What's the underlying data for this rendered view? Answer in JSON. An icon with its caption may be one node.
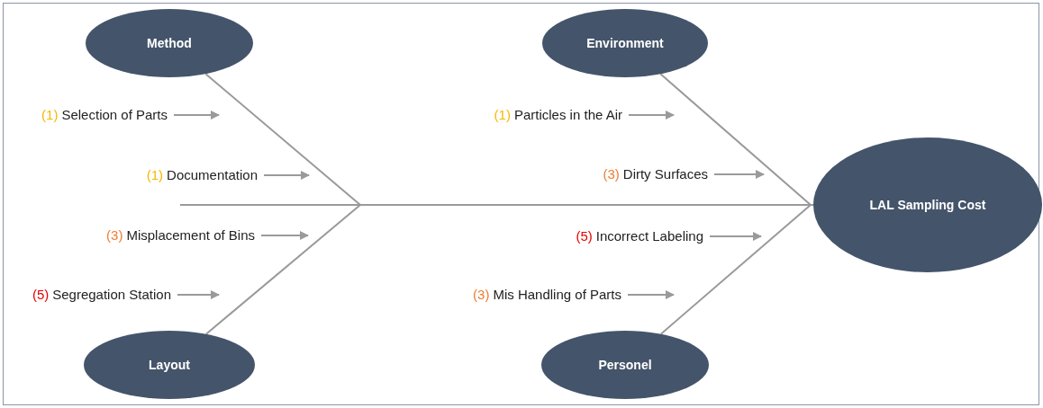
{
  "diagram": {
    "nodes": [
      {
        "text": [
          "Method"
        ]
      },
      {
        "text": [
          "Environment"
        ]
      },
      {
        "text": [
          "(1)",
          "Selection of Parts"
        ]
      },
      {
        "text": [
          "(1)",
          "Particles in the Air"
        ]
      },
      {
        "text": [
          "(1)",
          "Documentation"
        ]
      },
      {
        "text": [
          "(3)",
          "Dirty Surfaces"
        ]
      },
      {
        "text": [
          "LAL Sampling Cost"
        ]
      },
      {
        "text": [
          "(3)",
          "Misplacement of Bins"
        ]
      },
      {
        "text": [
          "(5)",
          "Incorrect Labeling"
        ]
      },
      {
        "text": [
          "(5)",
          "Segregation Station"
        ]
      },
      {
        "text": [
          "(3)",
          "Mis Handling of Parts"
        ]
      },
      {
        "text": [
          "Layout"
        ]
      },
      {
        "text": [
          "Personel"
        ]
      }
    ],
    "edges": [
      {
        "from": 0,
        "to": 6,
        "arrow": "none"
      },
      {
        "from": 11,
        "to": 6,
        "arrow": "none"
      },
      {
        "from": 1,
        "to": 6,
        "arrow": "none"
      },
      {
        "from": 12,
        "to": 6,
        "arrow": "none"
      },
      {
        "from": 2,
        "to": null,
        "arrow": "to"
      },
      {
        "from": 3,
        "to": null,
        "arrow": "to"
      },
      {
        "from": 4,
        "to": null,
        "arrow": "to"
      },
      {
        "from": 5,
        "to": null,
        "arrow": "to"
      },
      {
        "from": 7,
        "to": null,
        "arrow": "to"
      },
      {
        "from": 8,
        "to": null,
        "arrow": "to"
      },
      {
        "from": 9,
        "to": null,
        "arrow": "to"
      },
      {
        "from": 10,
        "to": null,
        "arrow": "to"
      }
    ]
  }
}
